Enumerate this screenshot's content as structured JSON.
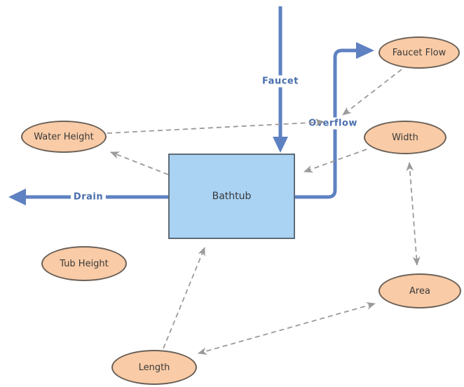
{
  "diagram": {
    "type": "stock-and-flow-diagram",
    "stock": {
      "label": "Bathtub"
    },
    "flows": [
      {
        "id": "faucet",
        "label": "Faucet"
      },
      {
        "id": "drain",
        "label": "Drain"
      },
      {
        "id": "overflow",
        "label": "Overflow"
      }
    ],
    "variables": [
      {
        "id": "faucet-flow",
        "label": "Faucet Flow"
      },
      {
        "id": "width",
        "label": "Width"
      },
      {
        "id": "water-height",
        "label": "Water Height"
      },
      {
        "id": "tub-height",
        "label": "Tub Height"
      },
      {
        "id": "area",
        "label": "Area"
      },
      {
        "id": "length",
        "label": "Length"
      }
    ],
    "links": [
      {
        "from": "Water Height",
        "to": "Overflow",
        "style": "dashed-arrow"
      },
      {
        "from": "Faucet Flow",
        "to": "Overflow",
        "style": "dashed-arrow"
      },
      {
        "from": "Bathtub",
        "to": "Water Height",
        "style": "dashed-arrow"
      },
      {
        "from": "Width",
        "to": "Bathtub",
        "style": "dashed-arrow"
      },
      {
        "from": "Length",
        "to": "Bathtub",
        "style": "dashed-arrow"
      },
      {
        "from": "Length",
        "to": "Area",
        "style": "dashed-arrow-double"
      },
      {
        "from": "Width",
        "to": "Area",
        "style": "dashed-arrow-double"
      }
    ],
    "colors": {
      "pipe": "#5E81C1",
      "pipe_label_text": "#4A6FAD",
      "stock_fill": "#A9D2F3",
      "stock_border": "#5D6B77",
      "variable_fill": "#F9CBA6",
      "variable_border": "#6B6158",
      "link": "#9A9A9A",
      "shape_text": "#3A3A3A",
      "background": "#FFFFFF"
    }
  }
}
